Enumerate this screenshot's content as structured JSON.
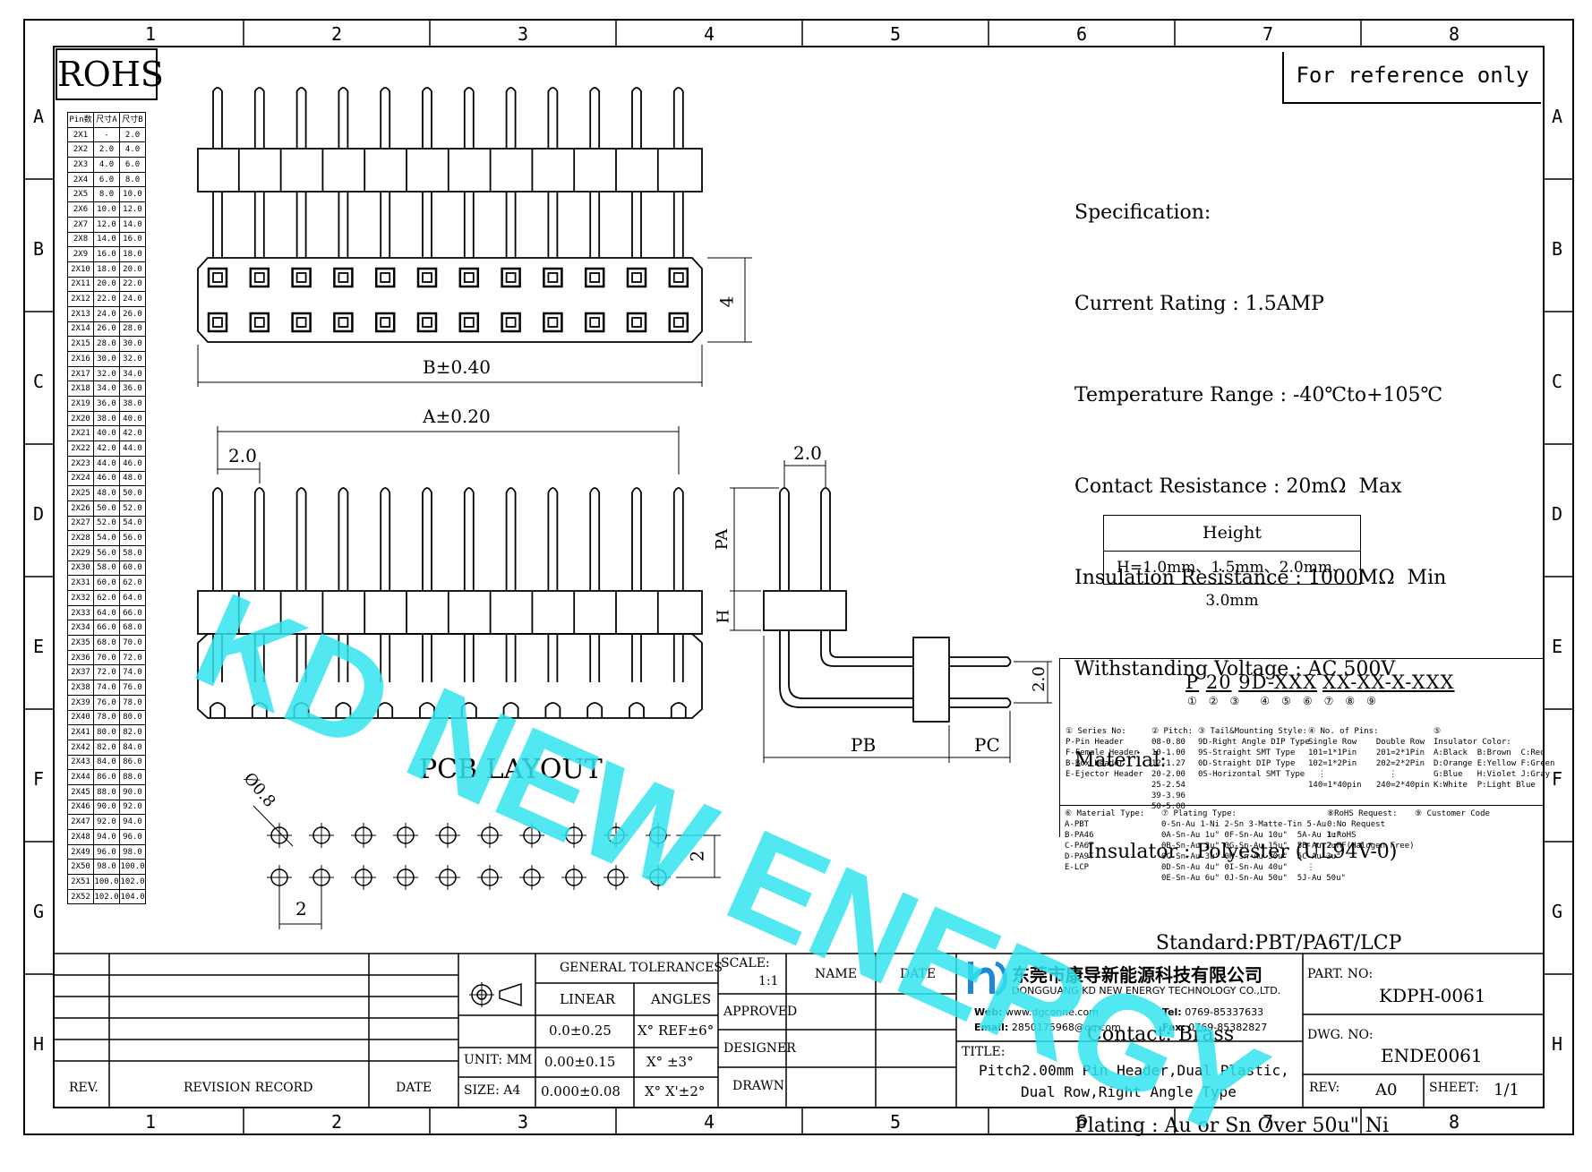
{
  "frame": {
    "col_labels": [
      "1",
      "2",
      "3",
      "4",
      "5",
      "6",
      "7",
      "8"
    ],
    "row_labels": [
      "A",
      "B",
      "C",
      "D",
      "E",
      "F",
      "G",
      "H"
    ]
  },
  "rohs": "ROHS",
  "reference_note": "For reference only",
  "pin_table": {
    "headers": [
      "Pin数",
      "尺寸A",
      "尺寸B"
    ],
    "rows": [
      [
        "2X1",
        "-",
        "2.0"
      ],
      [
        "2X2",
        "2.0",
        "4.0"
      ],
      [
        "2X3",
        "4.0",
        "6.0"
      ],
      [
        "2X4",
        "6.0",
        "8.0"
      ],
      [
        "2X5",
        "8.0",
        "10.0"
      ],
      [
        "2X6",
        "10.0",
        "12.0"
      ],
      [
        "2X7",
        "12.0",
        "14.0"
      ],
      [
        "2X8",
        "14.0",
        "16.0"
      ],
      [
        "2X9",
        "16.0",
        "18.0"
      ],
      [
        "2X10",
        "18.0",
        "20.0"
      ],
      [
        "2X11",
        "20.0",
        "22.0"
      ],
      [
        "2X12",
        "22.0",
        "24.0"
      ],
      [
        "2X13",
        "24.0",
        "26.0"
      ],
      [
        "2X14",
        "26.0",
        "28.0"
      ],
      [
        "2X15",
        "28.0",
        "30.0"
      ],
      [
        "2X16",
        "30.0",
        "32.0"
      ],
      [
        "2X17",
        "32.0",
        "34.0"
      ],
      [
        "2X18",
        "34.0",
        "36.0"
      ],
      [
        "2X19",
        "36.0",
        "38.0"
      ],
      [
        "2X20",
        "38.0",
        "40.0"
      ],
      [
        "2X21",
        "40.0",
        "42.0"
      ],
      [
        "2X22",
        "42.0",
        "44.0"
      ],
      [
        "2X23",
        "44.0",
        "46.0"
      ],
      [
        "2X24",
        "46.0",
        "48.0"
      ],
      [
        "2X25",
        "48.0",
        "50.0"
      ],
      [
        "2X26",
        "50.0",
        "52.0"
      ],
      [
        "2X27",
        "52.0",
        "54.0"
      ],
      [
        "2X28",
        "54.0",
        "56.0"
      ],
      [
        "2X29",
        "56.0",
        "58.0"
      ],
      [
        "2X30",
        "58.0",
        "60.0"
      ],
      [
        "2X31",
        "60.0",
        "62.0"
      ],
      [
        "2X32",
        "62.0",
        "64.0"
      ],
      [
        "2X33",
        "64.0",
        "66.0"
      ],
      [
        "2X34",
        "66.0",
        "68.0"
      ],
      [
        "2X35",
        "68.0",
        "70.0"
      ],
      [
        "2X36",
        "70.0",
        "72.0"
      ],
      [
        "2X37",
        "72.0",
        "74.0"
      ],
      [
        "2X38",
        "74.0",
        "76.0"
      ],
      [
        "2X39",
        "76.0",
        "78.0"
      ],
      [
        "2X40",
        "78.0",
        "80.0"
      ],
      [
        "2X41",
        "80.0",
        "82.0"
      ],
      [
        "2X42",
        "82.0",
        "84.0"
      ],
      [
        "2X43",
        "84.0",
        "86.0"
      ],
      [
        "2X44",
        "86.0",
        "88.0"
      ],
      [
        "2X45",
        "88.0",
        "90.0"
      ],
      [
        "2X46",
        "90.0",
        "92.0"
      ],
      [
        "2X47",
        "92.0",
        "94.0"
      ],
      [
        "2X48",
        "94.0",
        "96.0"
      ],
      [
        "2X49",
        "96.0",
        "98.0"
      ],
      [
        "2X50",
        "98.0",
        "100.0"
      ],
      [
        "2X51",
        "100.0",
        "102.0"
      ],
      [
        "2X52",
        "102.0",
        "104.0"
      ]
    ]
  },
  "dims": {
    "b_tol": "B±0.40",
    "a_tol": "A±0.20",
    "pitch_top": "2.0",
    "height_4": "4",
    "pitch_side": "2.0",
    "pa": "PA",
    "h": "H",
    "pb": "PB",
    "pc": "PC",
    "row_pitch": "2.0",
    "pcb_layout": "PCB LAYOUT",
    "hole_dia": "Ø0.8",
    "pcb_pitch": "2",
    "pcb_row": "2"
  },
  "spec": {
    "lines": [
      "Specification:",
      "Current Rating : 1.5AMP",
      "Temperature Range : -40℃to+105℃",
      "Contact Resistance : 20mΩ  Max",
      "Insulation Resistance : 1000MΩ  Min",
      "Withstanding Voltage : AC 500V",
      "Material:",
      "  Insulator : Polyester (UL94V-0)",
      "             Standard:PBT/PA6T/LCP",
      "  Contact: Brass",
      "Plating : Au or Sn Over 50u\" Ni"
    ]
  },
  "height_box": {
    "title": "Height",
    "value": "H=1.0mm、1.5mm、2.0mm、3.0mm"
  },
  "part_code": {
    "segments": [
      "P",
      "20",
      "9D-XXX",
      "X",
      "X-",
      "XX-",
      "X-",
      "XXX"
    ],
    "circled": [
      "①",
      "②",
      "③",
      "④",
      "⑤",
      "⑥",
      "⑦",
      "⑧",
      "⑨"
    ],
    "block1": "① Series No:\nP-Pin Header\nF-Female Header\nB-Box Header\nE-Ejector Header",
    "block2": "② Pitch:\n08-0.80\n10-1.00\n12-1.27\n20-2.00\n25-2.54\n39-3.96\n50-5.08",
    "block3": "③ Tail&Mounting Style:\n9D-Right Angle DIP Type\n9S-Straight SMT Type\n0D-Straight DIP Type\n0S-Horizontal SMT Type",
    "block4": "④ No. of Pins:\nSingle Row    Double Row\n101=1*1Pin    201=2*1Pin\n102=1*2Pin    202=2*2Pin\n  ⋮             ⋮\n140=1*40pin   240=2*40pin",
    "block5": "⑤\nInsulator Color:\nA:Black  B:Brown  C:Red\nD:Orange E:Yellow F:Green\nG:Blue   H:Violet J:Gray\nK:White  P:Light Blue",
    "block6": "⑥ Material Type:\nA-PBT\nB-PA46\nC-PA6T\nD-PA9T\nE-LCP",
    "block7": "⑦ Plating Type:\n0-Sn-Au 1-Ni 2-Sn 3-Matte-Tin 5-Au\n0A-Sn-Au 1u\" 0F-Sn-Au 10u\"  5A-Au 1u\"\n0B-Sn-Au 2u\" 0G-Sn-Au 15u\"  5B-Au 2u\"\n0C-Sn-Au 3u\" 0H-Sn-Au 30u\"  5C-Au 3u\"\n0D-Sn-Au 4u\" 0I-Sn-Au 40u\"    ⋮\n0E-Sn-Au 6u\" 0J-Sn-Au 50u\"  5J-Au 50u\"",
    "block8": "⑧RoHS Request:\n0:No Request\n1:RoHS\n2:HF(Halogen Free)",
    "block9": "⑨ Customer Code"
  },
  "title_block": {
    "general_tolerances": "GENERAL TOLERANCES",
    "linear": "LINEAR",
    "angles": "ANGLES",
    "lin1": "0.0±0.25",
    "lin2": "0.00±0.15",
    "lin3": "0.000±0.08",
    "ang1": "X° REF±6°",
    "ang2": "X° ±3°",
    "ang3": "X° X'±2°",
    "unit": "UNIT: MM",
    "size": "SIZE: A4",
    "scale": "SCALE:",
    "scale_val": "1:1",
    "name": "NAME",
    "date": "DATE",
    "approved": "APPROVED",
    "designer": "DESIGNER",
    "drawn": "DRAWN",
    "rev": "REV.",
    "revision_record": "REVISION RECORD",
    "rev_date": "DATE",
    "company_cn": "东莞市康导新能源科技有限公司",
    "company_en": "DONGGUANG KD NEW ENERGY TECHNOLOGY CO.,LTD.",
    "web_label": "Web:",
    "web": "www.dgconne.com",
    "email_label": "Email:",
    "email": "2850175968@qq.com",
    "tel_label": "Tel:",
    "tel": "0769-85337633",
    "fax_label": "Fax:",
    "fax": "0769-85382827",
    "title_label": "TITLE:",
    "title_l1": "Pitch2.00mm Pin Header,Dual Plastic,",
    "title_l2": "Dual Row,Right Angle Type",
    "part_no_label": "PART. NO:",
    "part_no": "KDPH-0061",
    "dwg_no_label": "DWG. NO:",
    "dwg_no": "ENDE0061",
    "rev_label": "REV:",
    "rev_val": "A0",
    "sheet_label": "SHEET:",
    "sheet_val": "1/1"
  },
  "watermark": "KD NEW ENERGY",
  "colors": {
    "watermark": "#33e4ef",
    "logo": "#1e88d6"
  }
}
